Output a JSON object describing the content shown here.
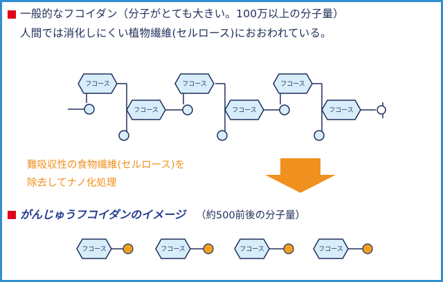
{
  "section1": {
    "line1": "一般的なフコイダン（分子がとても大きい。100万以上の分子量）",
    "line2": "人間では消化しにくい植物繊維(セルロース)におおわれている。"
  },
  "process_note": {
    "line1": "難吸収性の食物繊維(セルロース)を",
    "line2": "除去してナノ化処理"
  },
  "section2": {
    "title": "がんじゅうフコイダンのイメージ",
    "note": "（約500前後の分子量）"
  },
  "molecule_label": "フコース",
  "colors": {
    "border": "#2f8fd0",
    "bullet": "#e0001a",
    "hexagon_fill": "#d7edf9",
    "node_fill_large": "#d7edf9",
    "node_fill_small": "#f0a020",
    "arrow": "#f0901e",
    "text_dark": "#1f2d5a",
    "orange_text": "#f0901e",
    "blue_title": "#233a8f"
  }
}
